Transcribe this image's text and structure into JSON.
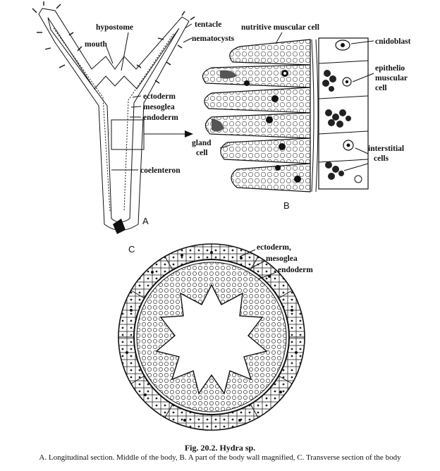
{
  "figure": {
    "panels": {
      "a": "A",
      "b": "B",
      "c": "C"
    },
    "labels_a": {
      "hypostome": "hypostome",
      "mouth": "mouth",
      "tentacle": "tentacle",
      "nematocysts": "nematocysts",
      "ectoderm": "ectoderm",
      "mesoglea": "mesoglea",
      "endoderm": "endoderm",
      "coelenteron": "coelenteron"
    },
    "labels_b": {
      "nutritive": "nutritive muscular cell",
      "cnidoblast": "cnidoblast",
      "epithelio": "epithelio",
      "muscular": "muscular",
      "cell": "cell",
      "gland": "gland",
      "gland_cell": "cell",
      "interstitial": "interstitial",
      "cells": "cells"
    },
    "labels_c": {
      "ectoderm": "ectoderm,",
      "mesoglea": "mesoglea",
      "endoderm": "endoderm"
    }
  },
  "caption": {
    "title": "Fig. 20.2. Hydra sp.",
    "text": "A. Longitudinal section. Middle of the body, B. A part of the body wall magnified, C. Transverse section of the body"
  }
}
